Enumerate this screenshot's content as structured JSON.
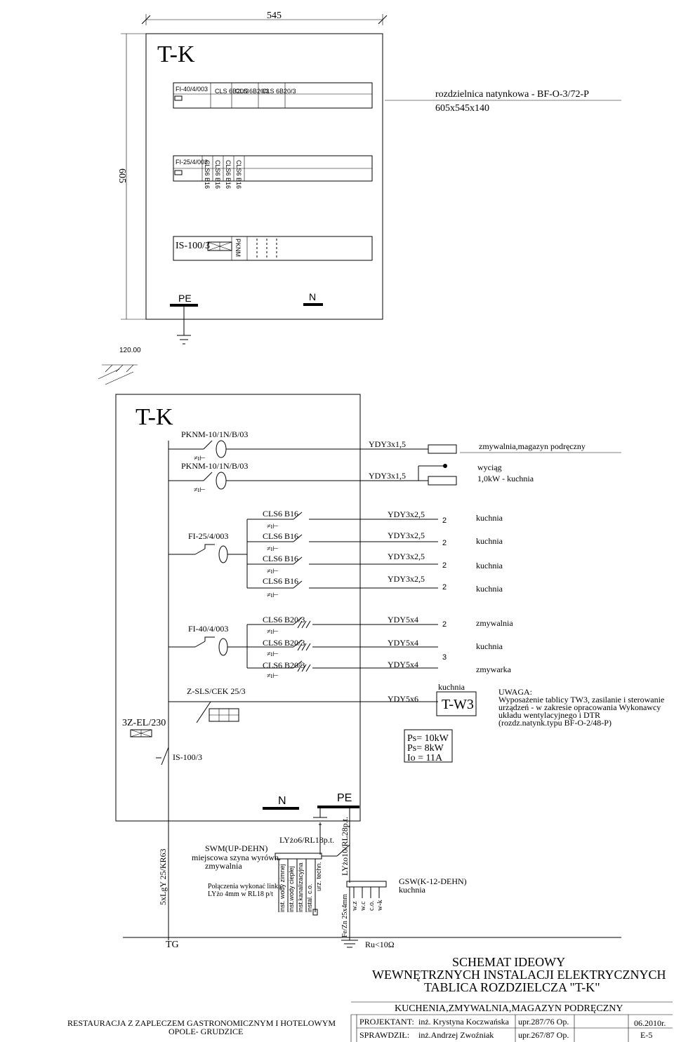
{
  "front": {
    "title": "T-K",
    "dim_width": "545",
    "dim_height": "605",
    "level": "120.00",
    "cabinet_line1": "rozdzielnica natynkowa - BF-O-3/72-P",
    "cabinet_line2": "605x545x140",
    "row1": [
      "FI-40/4/003",
      "CLS 6B20/3",
      "CLS 6B20/3",
      "CLS 6B20/3"
    ],
    "row2": [
      "FI-25/4/003",
      "CLS6 B16",
      "CLS6 B16",
      "CLS6 B16",
      "CLS6 B16"
    ],
    "row3_main": "IS-100/3",
    "row3_pknm": "PKNM",
    "pe": "PE",
    "n": "N"
  },
  "schematic": {
    "title": "T-K",
    "circuits": [
      {
        "device": "PKNM-10/1N/B/03",
        "cable": "YDY3x1,5",
        "dest": "zmywalnia,magazyn podręczny"
      },
      {
        "device": "PKNM-10/1N/B/03",
        "cable": "YDY3x1,5",
        "dest": "wyciąg",
        "dest2": "1,0kW - kuchnia"
      }
    ],
    "fi1": "FI-25/4/003",
    "group1": [
      {
        "device": "CLS6 B16",
        "cable": "YDY3x2,5",
        "dest": "kuchnia",
        "num": "2"
      },
      {
        "device": "CLS6 B16",
        "cable": "YDY3x2,5",
        "dest": "kuchnia",
        "num": "2"
      },
      {
        "device": "CLS6 B16",
        "cable": "YDY3x2,5",
        "dest": "kuchnia",
        "num": "2"
      },
      {
        "device": "CLS6 B16",
        "cable": "YDY3x2,5",
        "dest": "kuchnia",
        "num": "2"
      }
    ],
    "fi2": "FI-40/4/003",
    "group2": [
      {
        "device": "CLS6 B20/3",
        "cable": "YDY5x4",
        "dest": "zmywalnia",
        "num": "2"
      },
      {
        "device": "CLS6 B20/3",
        "cable": "YDY5x4",
        "dest": "kuchnia",
        "num": "3"
      },
      {
        "device": "CLS6 B20/3",
        "cable": "YDY5x4",
        "dest": "zmywarka",
        "num": ""
      }
    ],
    "zsls": "Z-SLS/CEK 25/3",
    "tw3_cable": "YDY5x6",
    "tw3_dest": "kuchnia",
    "tw3": "T-W3",
    "ps1": "Ps= 10kW",
    "ps2": "Ps= 8kW",
    "io": "Io = 11A",
    "meter": "3Z-EL/230",
    "is": "IS-100/3",
    "note": [
      "UWAGA:",
      "Wyposażenie tablicy TW3,  zasilanie i sterowanie",
      "urządzeń - w zakresie opracowania  Wykonawcy",
      " układu wentylacyjnego i  DTR",
      "(rozdz.natynk.typu BF-O-2/48-P)"
    ],
    "n_label": "N",
    "pe_label": "PE",
    "cable_lyzo6": "LYżo6/RL18p.t.",
    "cable_lyzo10": "LYżo10/RL28p.t.",
    "swm": [
      "SWM(UP-DEHN)",
      "miejscowa szyna wyrówn.",
      "zmywalnia"
    ],
    "conn_note": [
      "Połączenia wykonać linką",
      "LYżo 4mm w RL18 p/t"
    ],
    "inst_labels": [
      "inst. wody zimnej",
      "inst.wody ciepłej",
      "inst.kanalizacyjna",
      "instal. c.o.",
      "urz. techn."
    ],
    "feeder": "5xLgY 25/KR63",
    "gsw": [
      "GSW(K-12-DEHN)",
      "kuchnia"
    ],
    "gsw_labels": [
      "w.z",
      "w.c",
      "c.o.",
      "w-k"
    ],
    "fezn": "Fe/Zn 25x4mm",
    "tg": "TG",
    "ru": "Ru<10Ω"
  },
  "titleblock": {
    "title1": "SCHEMAT IDEOWY",
    "title2": "WEWNĘTRZNYCH INSTALACJI ELEKTRYCZNYCH",
    "title3": "TABLICA ROZDZIELCZA \"T-K\"",
    "title4": "KUCHENIA,ZMYWALNIA,MAGAZYN PODRĘCZNY",
    "project1": "RESTAURACJA Z ZAPLECZEM GASTRONOMICZNYM I HOTELOWYM",
    "project2": "OPOLE- GRUDZICE",
    "designer_label": "PROJEKTANT:",
    "designer": "inż. Krystyna Koczwańska",
    "designer_perm": "upr.287/76 Op.",
    "checker_label": "SPRAWDZIŁ:",
    "checker": "inż.Andrzej Zwoźniak",
    "checker_perm": "upr.267/87 Op.",
    "date": "06.2010r.",
    "sheet": "E-5"
  }
}
